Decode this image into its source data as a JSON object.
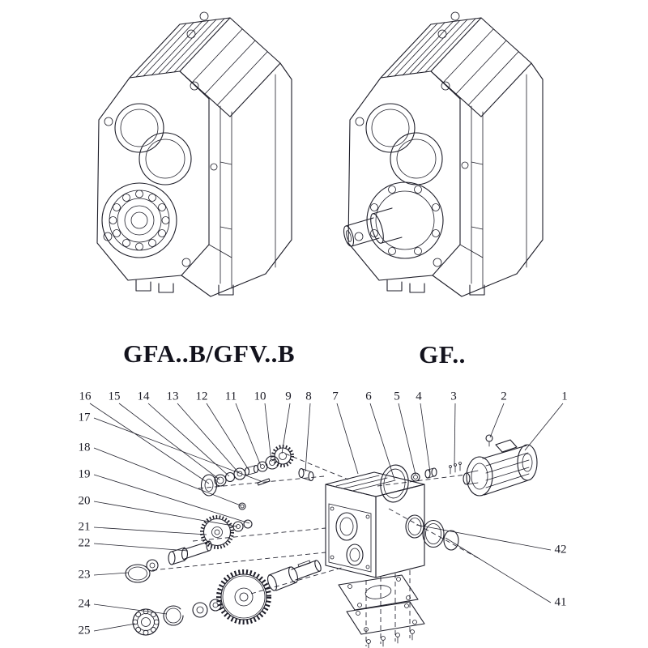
{
  "page": {
    "background": "#ffffff",
    "line_color": "#1d1d28"
  },
  "models": [
    {
      "id": "gfab",
      "label": "GFA..B/GFV..B"
    },
    {
      "id": "gf",
      "label": "GF.."
    }
  ],
  "exploded_view": {
    "callouts_top": [
      "16",
      "15",
      "14",
      "13",
      "12",
      "11",
      "10",
      "9",
      "8",
      "7",
      "6",
      "5",
      "4",
      "3",
      "2",
      "1"
    ],
    "callouts_left": [
      "17",
      "18",
      "19",
      "20",
      "21",
      "22",
      "23",
      "24",
      "25"
    ],
    "callouts_right": [
      "42",
      "41"
    ]
  }
}
